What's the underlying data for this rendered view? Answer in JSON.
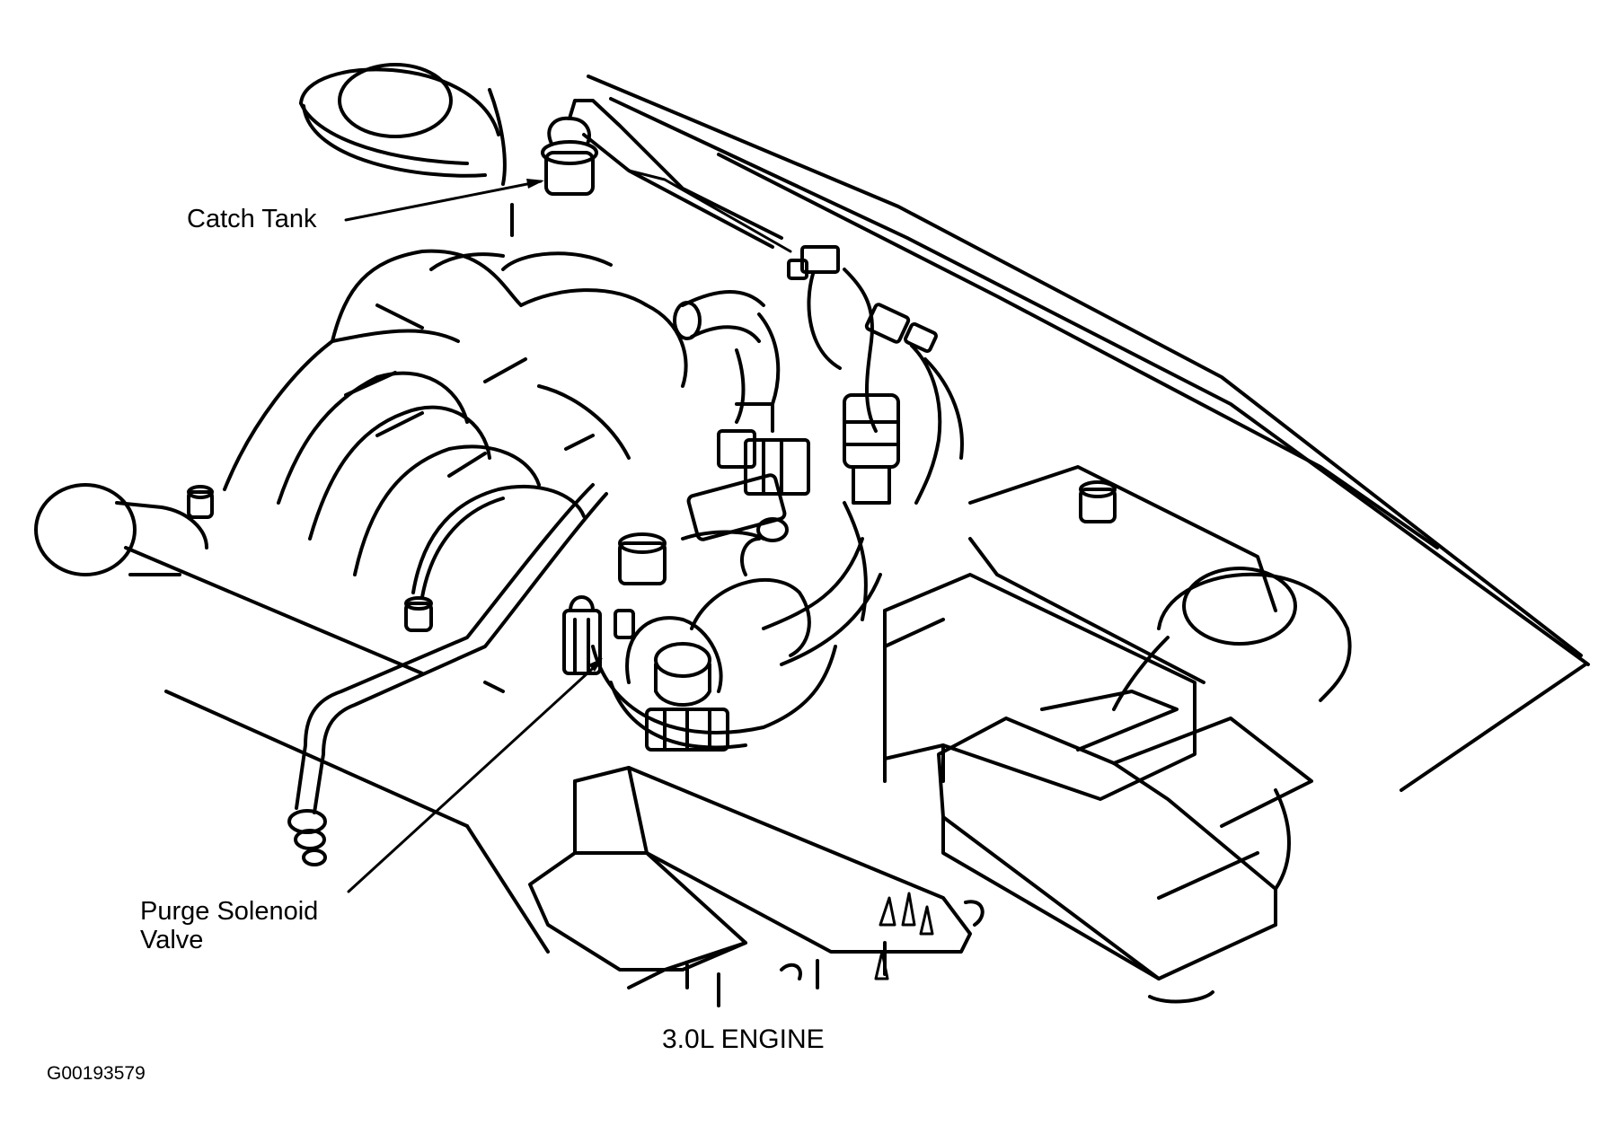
{
  "labels": {
    "catch_tank": "Catch Tank",
    "purge_line1": "Purge Solenoid",
    "purge_line2": "Valve"
  },
  "caption": "3.0L ENGINE",
  "figure_id": "G00193579",
  "colors": {
    "ink": "#000000",
    "background": "#ffffff"
  }
}
